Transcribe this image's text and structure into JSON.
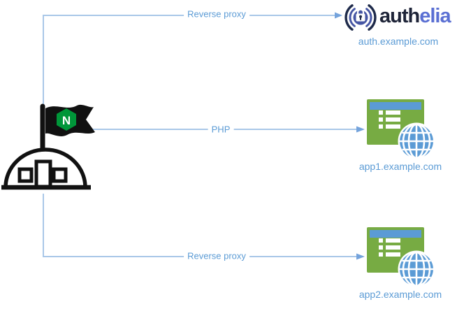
{
  "diagram": {
    "source_node": {
      "name": "nginx",
      "icon": "nginx-flag-camp-icon",
      "flag_letter": "N"
    },
    "edges": [
      {
        "id": "auth",
        "label": "Reverse proxy"
      },
      {
        "id": "app1",
        "label": "PHP"
      },
      {
        "id": "app2",
        "label": "Reverse proxy"
      }
    ],
    "nodes": {
      "auth": {
        "icon": "authelia-lock-icon",
        "brand_first": "auth",
        "brand_second": "elia",
        "domain": "auth.example.com"
      },
      "app1": {
        "icon": "web-app-window-globe-icon",
        "domain": "app1.example.com"
      },
      "app2": {
        "icon": "web-app-window-globe-icon",
        "domain": "app2.example.com"
      }
    },
    "colors": {
      "connector_line": "#a9c7e8",
      "connector_arrow": "#74a3dc",
      "edge_label_text": "#5b9bd5",
      "domain_label_text": "#5b9bd5",
      "authelia_dark": "#1e2a4a",
      "authelia_blue": "#5a6fd3",
      "authelia_disc": "#4656a4",
      "app_window_green": "#77ab43",
      "app_titlebar_blue": "#5b9bd5",
      "globe_blue": "#5b9bd5",
      "nginx_green": "#009639",
      "outline_black": "#111111"
    }
  }
}
